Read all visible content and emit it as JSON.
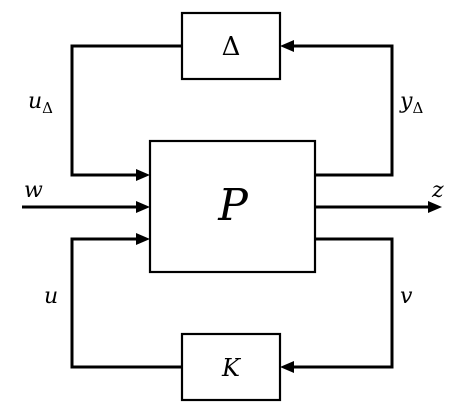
{
  "blocks": {
    "delta": {
      "label": "Δ"
    },
    "plant": {
      "label": "P"
    },
    "controller": {
      "label": "K"
    }
  },
  "signals": {
    "u_delta": {
      "base": "u",
      "sub": "Δ"
    },
    "y_delta": {
      "base": "y",
      "sub": "Δ"
    },
    "w": {
      "label": "w"
    },
    "z": {
      "label": "z"
    },
    "u": {
      "label": "u"
    },
    "v": {
      "label": "v"
    }
  }
}
